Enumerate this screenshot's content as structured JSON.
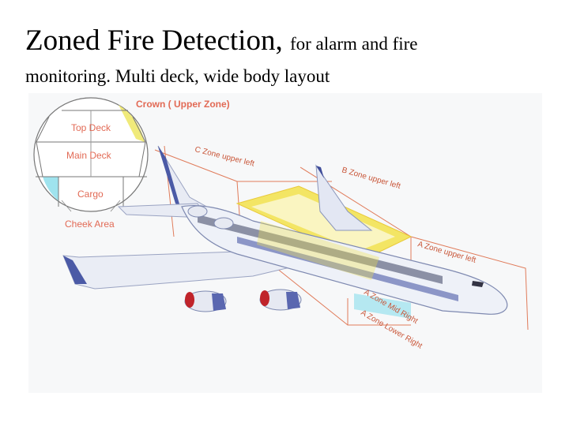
{
  "title": {
    "large": "Zoned Fire Detection,",
    "small": "for alarm and fire",
    "line2": "monitoring. Multi deck, wide body layout"
  },
  "cross_section": {
    "crown": "Crown ( Upper Zone)",
    "top_deck": "Top Deck",
    "main_deck": "Main Deck",
    "cargo": "Cargo",
    "cheek": "Cheek Area"
  },
  "zones": {
    "c_upper_left": "C Zone upper left",
    "b_upper_left": "B Zone upper left",
    "a_upper_left": "A Zone upper left",
    "a_mid_right": "A Zone Mid Right",
    "a_lower_right": "A Zone Lower Right"
  },
  "colors": {
    "label": "#c9573a",
    "zone_line": "#e07b5a",
    "yellow_zone": "#f2e24a",
    "cyan_zone": "#9fe3ee",
    "fuselage": "#eef1f8",
    "engine_red": "#c0242b"
  }
}
